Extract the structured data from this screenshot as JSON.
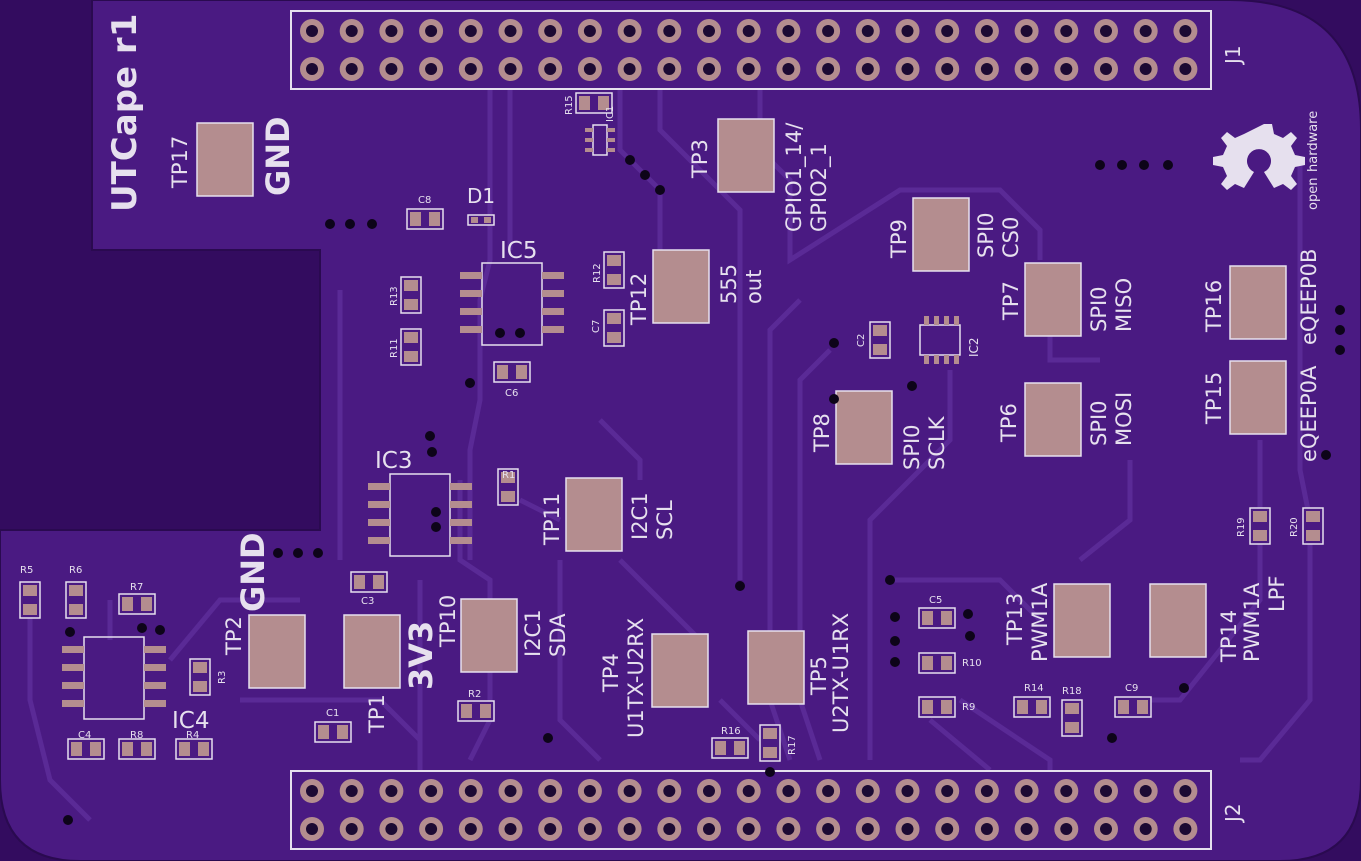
{
  "board": {
    "title": "UTCape r1",
    "colors": {
      "outside": "#330c5f",
      "board": "#4a1a82",
      "trace": "#5a2a96",
      "pad": "#b48d8f",
      "silk": "#e6e0ee",
      "hole": "#1c0a33"
    },
    "headers": [
      {
        "ref": "J1",
        "rows": 2,
        "pins_per_row": 23
      },
      {
        "ref": "J2",
        "rows": 2,
        "pins_per_row": 23
      }
    ],
    "test_points": [
      {
        "ref": "TP17",
        "label": "GND"
      },
      {
        "ref": "TP3",
        "label": "GPIO1_14/",
        "label2": "GPIO2_1"
      },
      {
        "ref": "TP9",
        "label": "SPI0",
        "label2": "CS0"
      },
      {
        "ref": "TP7",
        "label": "SPI0",
        "label2": "MISO"
      },
      {
        "ref": "TP16",
        "label": "eQEEP0B"
      },
      {
        "ref": "TP15",
        "label": "eQEEP0A"
      },
      {
        "ref": "TP12",
        "label": "555",
        "label2": "out"
      },
      {
        "ref": "TP8",
        "label": "SPI0",
        "label2": "SCLK"
      },
      {
        "ref": "TP6",
        "label": "SPI0",
        "label2": "MOSI"
      },
      {
        "ref": "TP11",
        "label": "I2C1",
        "label2": "SCL"
      },
      {
        "ref": "TP10",
        "label": "I2C1",
        "label2": "SDA"
      },
      {
        "ref": "TP2",
        "label": "GND"
      },
      {
        "ref": "TP1",
        "label": "3V3"
      },
      {
        "ref": "TP4",
        "label": "U1TX-U2RX"
      },
      {
        "ref": "TP5",
        "label": "U2TX-U1RX"
      },
      {
        "ref": "TP13",
        "label": "PWM1A"
      },
      {
        "ref": "TP14",
        "label": "PWM1A",
        "label2": "LPF"
      }
    ],
    "ics": [
      "IC1",
      "IC2",
      "IC3",
      "IC4",
      "IC5"
    ],
    "diodes": [
      "D1"
    ],
    "resistors": [
      "R1",
      "R2",
      "R3",
      "R4",
      "R5",
      "R6",
      "R7",
      "R8",
      "R9",
      "R10",
      "R11",
      "R12",
      "R13",
      "R14",
      "R15",
      "R16",
      "R17",
      "R18",
      "R19",
      "R20"
    ],
    "capacitors": [
      "C1",
      "C2",
      "C3",
      "C4",
      "C5",
      "C6",
      "C7",
      "C8",
      "C9"
    ],
    "logo": {
      "text1": "open",
      "text2": "hardware"
    }
  }
}
